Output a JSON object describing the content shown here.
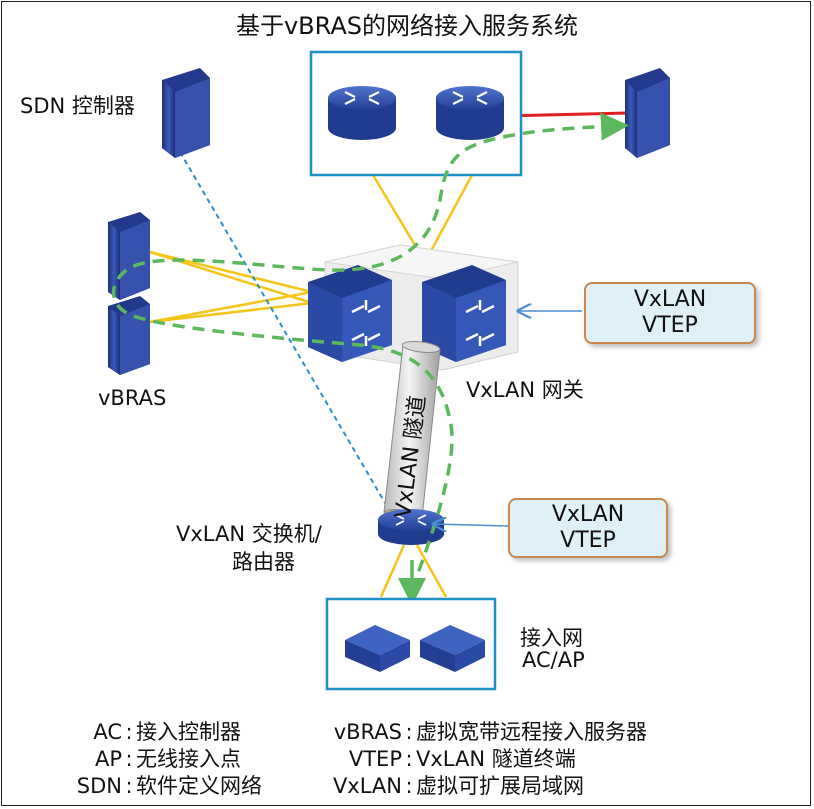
{
  "title": "基于vBRAS的网络接入服务系统",
  "labels": {
    "sdn_controller": "SDN 控制器",
    "vbras": "vBRAS",
    "vxlan_gateway": "VxLAN 网关",
    "vxlan_switch_line1": "VxLAN 交换机/",
    "vxlan_switch_line2": "路由器",
    "access_line1": "接入网",
    "access_line2": "AC/AP",
    "tunnel": "VxLAN 隧道"
  },
  "callouts": [
    {
      "line1": "VxLAN",
      "line2": "VTEP"
    },
    {
      "line1": "VxLAN",
      "line2": "VTEP"
    }
  ],
  "legend": {
    "left": [
      {
        "key": "AC",
        "value": "接入控制器"
      },
      {
        "key": "AP",
        "value": "无线接入点"
      },
      {
        "key": "SDN",
        "value": "软件定义网络"
      }
    ],
    "right": [
      {
        "key": "vBRAS",
        "value": "虚拟宽带远程接入服务器"
      },
      {
        "key": "VTEP",
        "value": "VxLAN 隧道终端"
      },
      {
        "key": "VxLAN",
        "value": "虚拟可扩展局域网"
      }
    ]
  },
  "colors": {
    "device_blue": "#2f4fa3",
    "box_border": "#1e90c8",
    "yellow_link": "#f5c518",
    "green_path": "#5cb85c",
    "blue_dashed": "#2a8fd0",
    "red_link": "#e02020",
    "callout_fill": "#dff0f7",
    "callout_border": "#c9894e"
  },
  "icons": [
    "server-icon",
    "router-icon",
    "core-switch-icon",
    "access-point-icon"
  ]
}
